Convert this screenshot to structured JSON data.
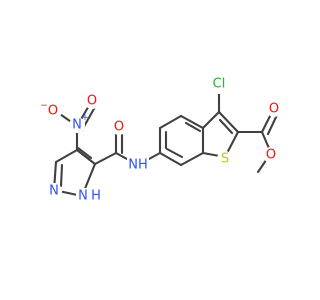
{
  "colors": {
    "bond": "#404040",
    "carbon": "#404040",
    "oxygen": "#ff0d0d",
    "nitrogen": "#3050f8",
    "sulfur": "#c8c800",
    "chlorine": "#1fb81f"
  },
  "atoms": {
    "cl": "Cl",
    "s": "S",
    "o_ester_dbl": "O",
    "o_ester_sgl": "O",
    "o_amide": "O",
    "nh_amide": "NH",
    "n_nitro": "N",
    "nitro_plus": "+",
    "o_nitro_minus": "O",
    "nitro_minus": "−",
    "o_nitro_dbl": "O",
    "n_ring": "N",
    "nh_ring": "N",
    "h_ring": "H"
  }
}
